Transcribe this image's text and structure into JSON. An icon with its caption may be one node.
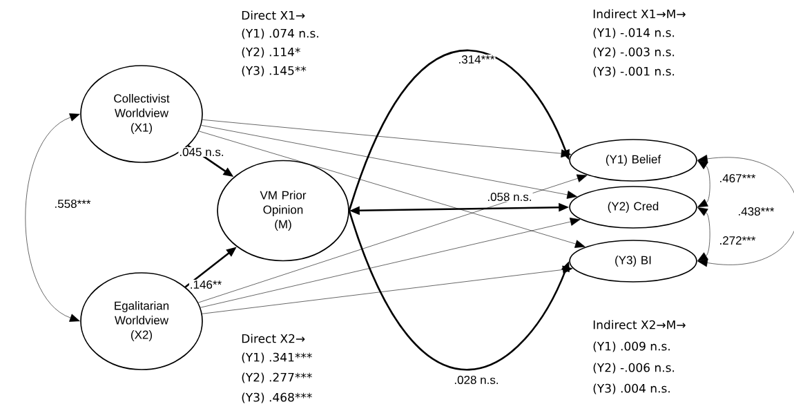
{
  "diagram": {
    "nodes": [
      {
        "text": [
          "Collectivist Worldview (X1)"
        ]
      },
      {
        "text": [
          "VM Prior Opinion (M)"
        ]
      },
      {
        "text": [
          "Egalitarian Worldview (X2)"
        ]
      },
      {
        "text": [
          "(Y1) Belief"
        ]
      },
      {
        "text": [
          "(Y2) Cred"
        ]
      },
      {
        "text": [
          "(Y3) BI"
        ]
      }
    ],
    "edges": [
      {
        "from": 0,
        "to": 2,
        "arrow": "both",
        "label": ".558***"
      },
      {
        "from": 0,
        "to": 1,
        "arrow": "to",
        "label": ".045 n.s.",
        "style": "thick"
      },
      {
        "from": 2,
        "to": 1,
        "arrow": "to",
        "label": ".146**",
        "style": "thick"
      },
      {
        "from": 0,
        "to": 3,
        "arrow": "to"
      },
      {
        "from": 0,
        "to": 4,
        "arrow": "to"
      },
      {
        "from": 0,
        "to": 5,
        "arrow": "to"
      },
      {
        "from": 2,
        "to": 3,
        "arrow": "to"
      },
      {
        "from": 2,
        "to": 4,
        "arrow": "to"
      },
      {
        "from": 2,
        "to": 5,
        "arrow": "to"
      },
      {
        "from": 1,
        "to": 3,
        "arrow": "to",
        "label": ".314***",
        "style": "thick"
      },
      {
        "from": 1,
        "to": 4,
        "arrow": "both",
        "label": ".058 n.s.",
        "style": "thick"
      },
      {
        "from": 1,
        "to": 5,
        "arrow": "to",
        "label": ".028 n.s.",
        "style": "thick"
      },
      {
        "from": 3,
        "to": 4,
        "arrow": "both",
        "label": ".467***"
      },
      {
        "from": 4,
        "to": 5,
        "arrow": "both",
        "label": ".272***"
      },
      {
        "from": 3,
        "to": 5,
        "arrow": "both",
        "label": ".438***"
      }
    ],
    "labels": [
      "Direct X1→",
      "(Y1) .074 n.s.",
      "(Y2) .114*",
      "(Y3) .145**",
      "Indirect X1→M→",
      "(Y1) -.014 n.s.",
      "(Y2) -.003 n.s.",
      "(Y3) -.001 n.s.",
      "Direct X2→",
      "(Y1) .341***",
      "(Y2) .277***",
      "(Y3) .468***",
      "Indirect X2→M→",
      "(Y1) .009 n.s.",
      "(Y2) -.006 n.s.",
      "(Y3) .004 n.s."
    ]
  }
}
